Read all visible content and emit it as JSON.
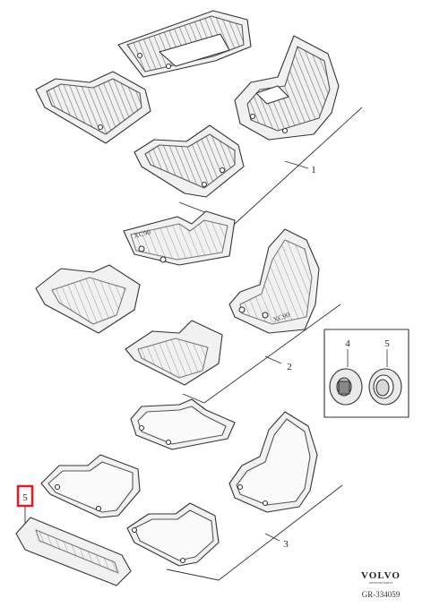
{
  "diagram": {
    "sets": [
      {
        "callout": "1"
      },
      {
        "callout": "2"
      },
      {
        "callout": "3"
      }
    ],
    "clip_detail": {
      "labels": [
        "4",
        "5"
      ]
    },
    "highlight_label": "5",
    "highlight_color": "#e31b23",
    "line_color": "#333333",
    "mat_fill": "#f1f1f1"
  },
  "branding": {
    "logo": "VOLVO",
    "logo_sub": "GENUINE PARTS",
    "part_number": "GR-334059"
  }
}
